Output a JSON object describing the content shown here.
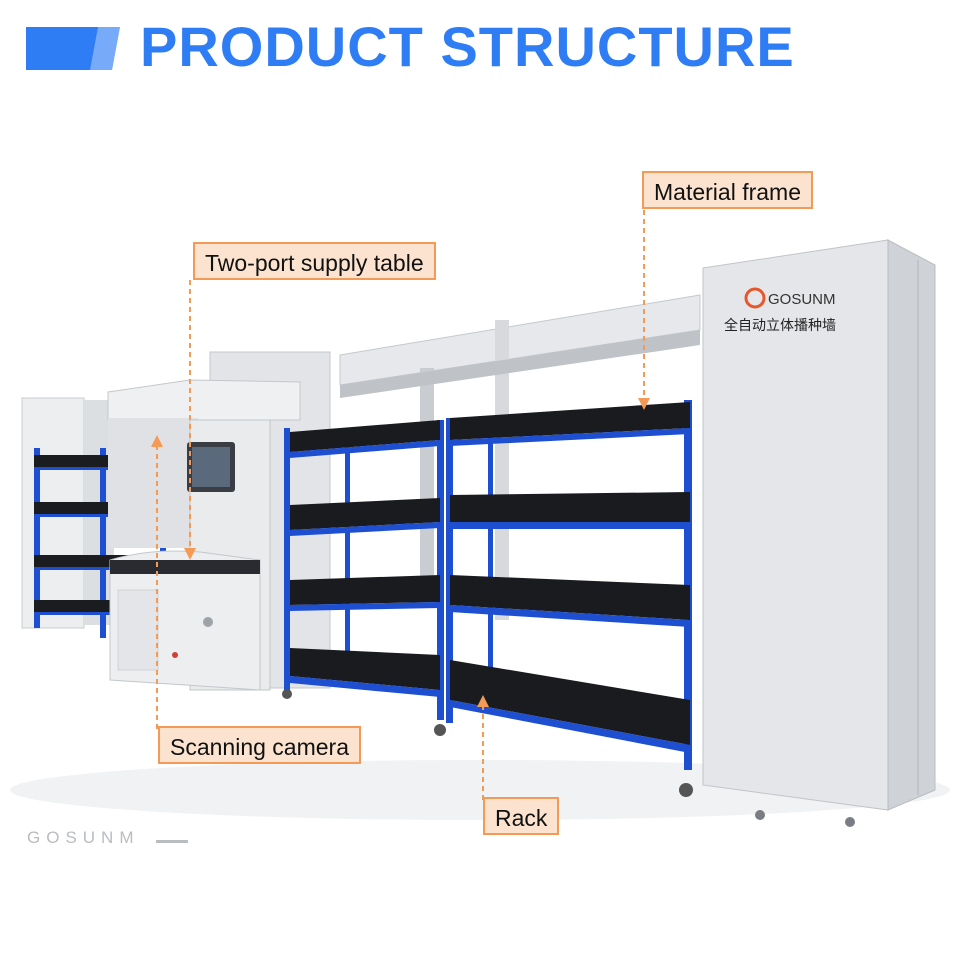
{
  "title": "PRODUCT STRUCTURE",
  "callouts": {
    "material_frame": "Material frame",
    "two_port_supply_table": "Two-port supply table",
    "scanning_camera": "Scanning camera",
    "rack": "Rack"
  },
  "cabinet": {
    "brand": "GOSUNM",
    "label": "全自动立体播种墙"
  },
  "watermark": "GOSUNM",
  "colors": {
    "title_blue": "#2f7df5",
    "callout_fill": "#fbe3cf",
    "callout_border": "#f39a57",
    "rack_blue": "#1f4fd1"
  }
}
